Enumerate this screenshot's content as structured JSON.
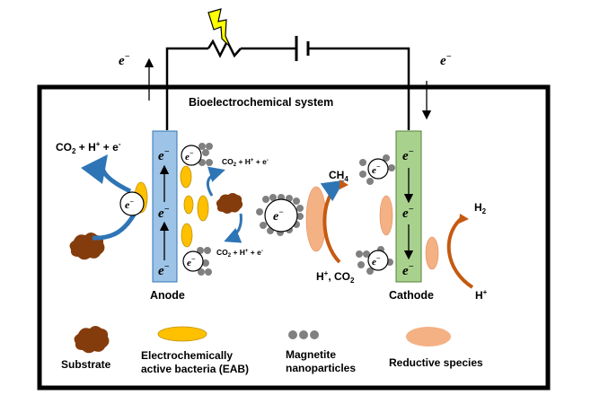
{
  "title": "Bioelectrochemical system",
  "electron": "e",
  "electron_sup": "−",
  "labels": {
    "anode": "Anode",
    "cathode": "Cathode",
    "ch4": "CH",
    "ch4_sub": "4",
    "h2": "H",
    "h2_sub": "2",
    "hplus_bottom": "H",
    "hplus_bottom_sup": "+",
    "hplus_co2_a": "H",
    "hplus_co2_sup": "+",
    "hplus_co2_b": ", CO",
    "hplus_co2_sub": "2",
    "reaction_left": "CO",
    "reaction_left_sub": "2",
    "reaction_left_b": " + H",
    "reaction_left_sup": "+",
    "reaction_left_c": " + e",
    "reaction_left_sup2": "-",
    "reaction_small_a": "CO",
    "reaction_small_sub": "2",
    "reaction_small_b": " + H",
    "reaction_small_sup": "+",
    "reaction_small_c": " + e",
    "reaction_small_sup2": "-"
  },
  "legend": {
    "substrate": "Substrate",
    "eab_line1": "Electrochemically",
    "eab_line2": "active bacteria (EAB)",
    "magnetite_line1": "Magnetite",
    "magnetite_line2": "nanoparticles",
    "reductive": "Reductive species"
  },
  "colors": {
    "anode": "#9dc3e6",
    "cathode": "#a9d18e",
    "eab": "#ffc000",
    "magnetite": "#808080",
    "reductive": "#f4b183",
    "substrate": "#843c0c",
    "blue_arrow": "#2e75b6",
    "orange_arrow": "#c55a11",
    "lightning": "#ffff00"
  },
  "icons": [
    "lightning-icon",
    "resistor-icon",
    "battery-icon"
  ]
}
